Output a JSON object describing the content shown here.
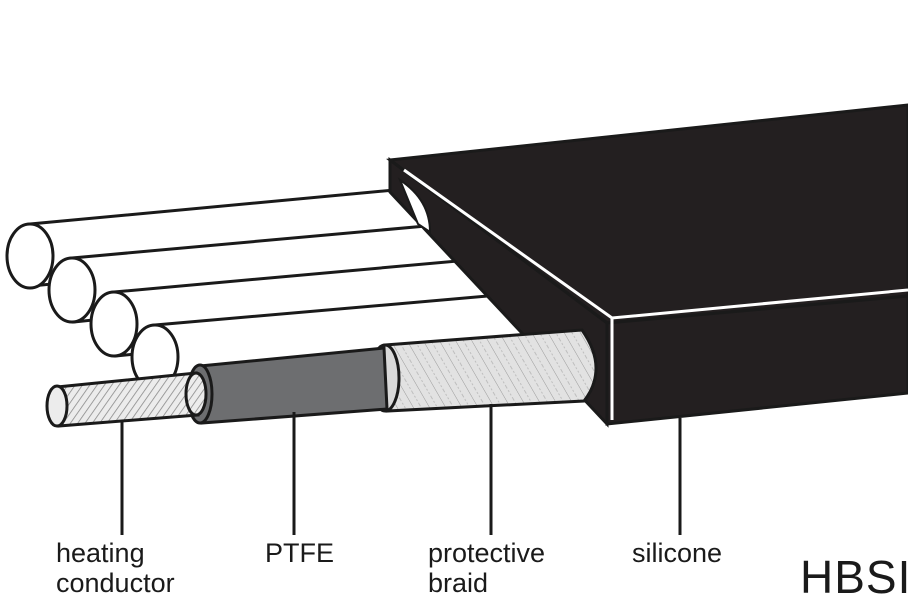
{
  "labels": {
    "heating_conductor": [
      "heating",
      "conductor"
    ],
    "ptfe": "PTFE",
    "protective_braid": [
      "protective",
      "braid"
    ],
    "silicone": "silicone"
  },
  "product_code": "HBSI",
  "colors": {
    "silicone_jacket": "#231f20",
    "ptfe_layer": "#6d6e70",
    "braid_fill": "#d9d9d9",
    "wire_fill": "#ffffff",
    "line": "#1a1a1a"
  }
}
